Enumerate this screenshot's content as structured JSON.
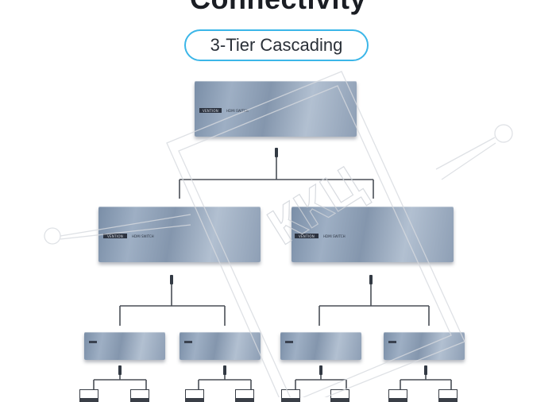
{
  "header": {
    "title": "Connectivity",
    "subtitle": "3-Tier Cascading"
  },
  "devices": {
    "brand": "VENTION",
    "model": "HDMI SWITCH"
  },
  "watermark": {
    "text": "ККЦ"
  },
  "colors": {
    "accent": "#3bb6e8",
    "device": "#8d9fb6",
    "line": "#4a4f57"
  }
}
